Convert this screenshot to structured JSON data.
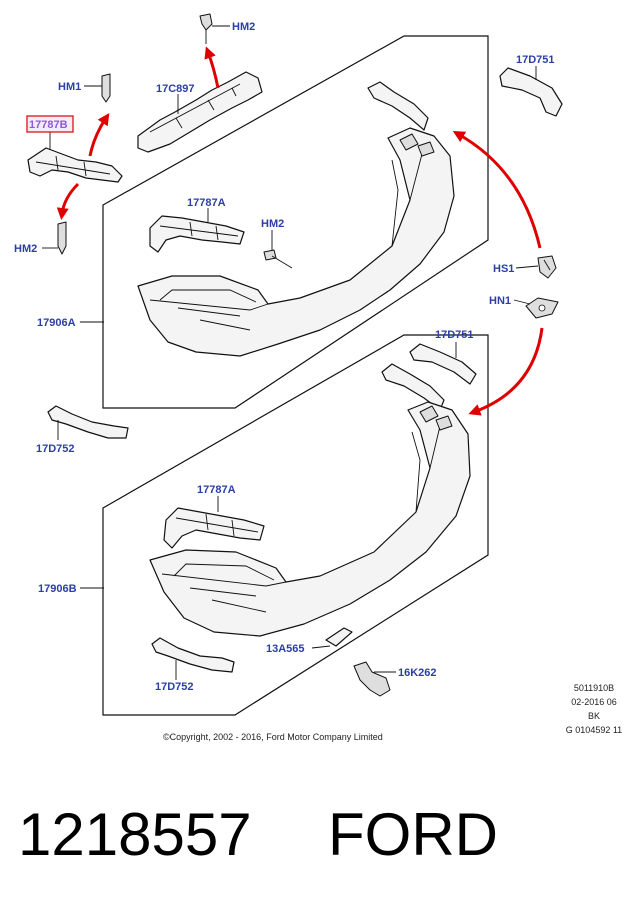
{
  "callouts": {
    "hm2_top": "HM2",
    "hm1": "HM1",
    "p17c897": "17C897",
    "p17787b": "17787B",
    "hm2_left": "HM2",
    "p17787a_top": "17787A",
    "hm2_mid": "HM2",
    "p17906a": "17906A",
    "p17d751_top": "17D751",
    "hs1": "HS1",
    "hn1": "HN1",
    "p17d752_top": "17D752",
    "p17d751_bottom": "17D751",
    "p17787a_bottom": "17787A",
    "p17906b": "17906B",
    "p13a565": "13A565",
    "p16k262": "16K262",
    "p17d752_bottom": "17D752"
  },
  "highlight_color": "#e00000",
  "copyright": "©Copyright, 2002 - 2016, Ford Motor Company Limited",
  "drawing_ref": {
    "line1": "5011910B",
    "line2": "02-2016 06",
    "line3": "BK",
    "line4": "G 0104592 11"
  },
  "footer": {
    "part_number": "1218557",
    "brand": "FORD"
  }
}
